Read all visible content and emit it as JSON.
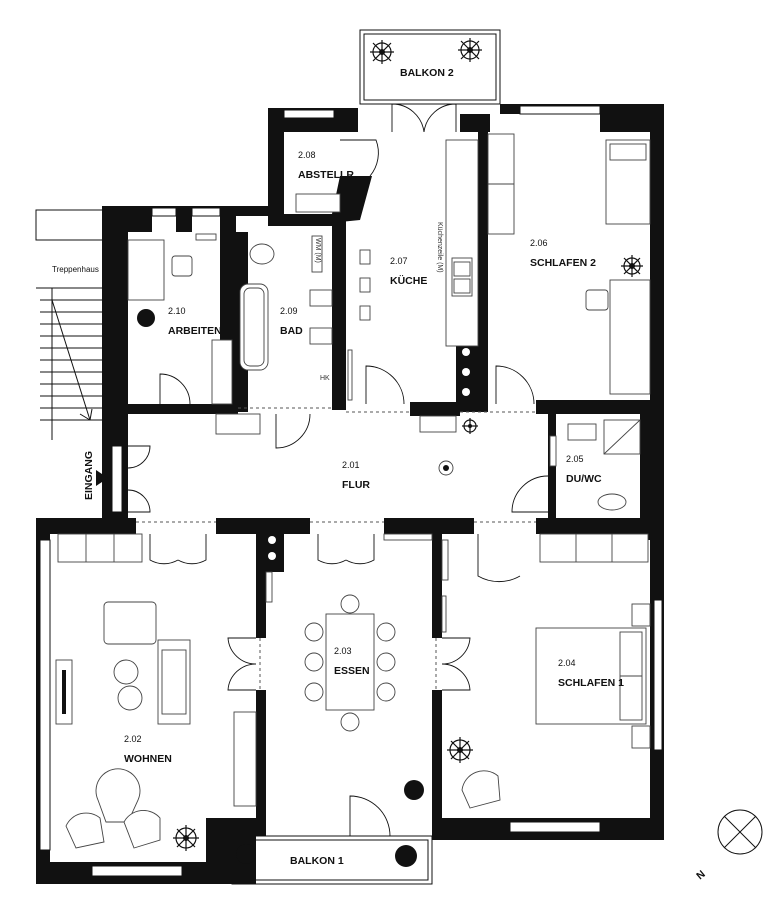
{
  "rooms": [
    {
      "id": "2.01",
      "name": "FLUR"
    },
    {
      "id": "2.02",
      "name": "WOHNEN"
    },
    {
      "id": "2.03",
      "name": "ESSEN"
    },
    {
      "id": "2.04",
      "name": "SCHLAFEN 1"
    },
    {
      "id": "2.05",
      "name": "DU/WC"
    },
    {
      "id": "2.06",
      "name": "SCHLAFEN 2"
    },
    {
      "id": "2.07",
      "name": "KÜCHE"
    },
    {
      "id": "2.08",
      "name": "ABSTELLR."
    },
    {
      "id": "2.09",
      "name": "BAD"
    },
    {
      "id": "2.10",
      "name": "ARBEITEN"
    }
  ],
  "labels": {
    "balkon_top": "BALKON 2",
    "balkon_bottom": "BALKON 1",
    "stairs": "Treppenhaus",
    "entrance": "EINGANG",
    "kitchen_line": "Küchenzeile (M)",
    "washer": "WM (M)",
    "heater": "HK"
  },
  "compass": {
    "letter": "N"
  },
  "colors": {
    "wall": "#111111",
    "background": "#ffffff"
  }
}
